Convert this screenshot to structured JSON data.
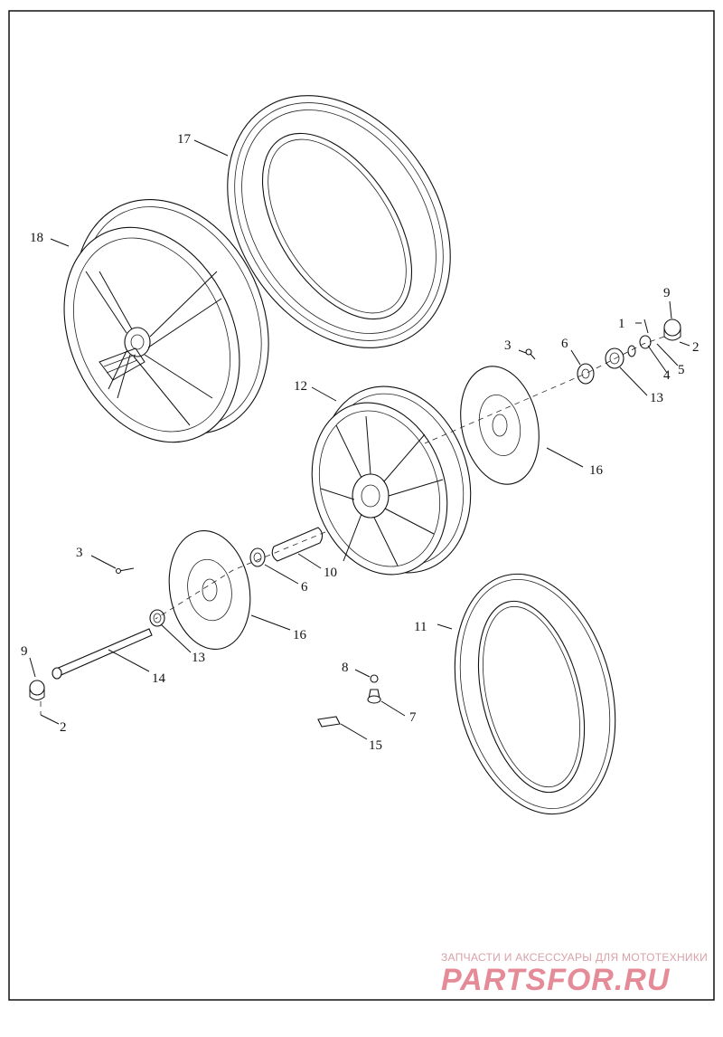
{
  "callouts": {
    "c1": "1",
    "c2a": "2",
    "c2b": "2",
    "c3a": "3",
    "c3b": "3",
    "c4": "4",
    "c5": "5",
    "c6a": "6",
    "c6b": "6",
    "c7": "7",
    "c8": "8",
    "c9a": "9",
    "c9b": "9",
    "c10": "10",
    "c11": "11",
    "c12": "12",
    "c13a": "13",
    "c13b": "13",
    "c14": "14",
    "c15": "15",
    "c16a": "16",
    "c16b": "16",
    "c17": "17",
    "c18": "18"
  },
  "watermark": {
    "line1": "ЗАПЧАСТИ И АКСЕССУАРЫ ДЛЯ МОТОТЕХНИКИ",
    "line2": "PARTSFOR.RU"
  }
}
